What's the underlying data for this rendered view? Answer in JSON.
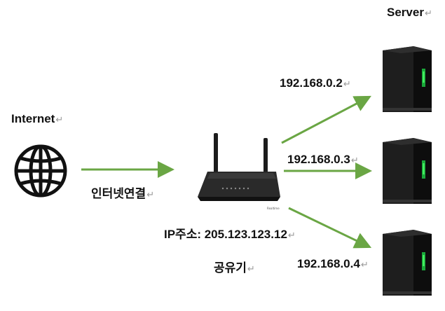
{
  "labels": {
    "server": "Server",
    "internet": "Internet",
    "internet_connection": "인터넷연결",
    "ip_address": "IP주소: 205.123.123.12",
    "router": "공유기",
    "ip_server_1": "192.168.0.2",
    "ip_server_2": "192.168.0.3",
    "ip_server_3": "192.168.0.4",
    "return_mark": "↵",
    "router_brand": "Realtime"
  },
  "icons": [
    "globe-icon",
    "router-icon",
    "server-icon",
    "arrow-icon"
  ],
  "colors": {
    "arrow": "#6aa644",
    "globe": "#111111",
    "server_body": "#1a1a1a",
    "server_led": "#4dff6a"
  }
}
